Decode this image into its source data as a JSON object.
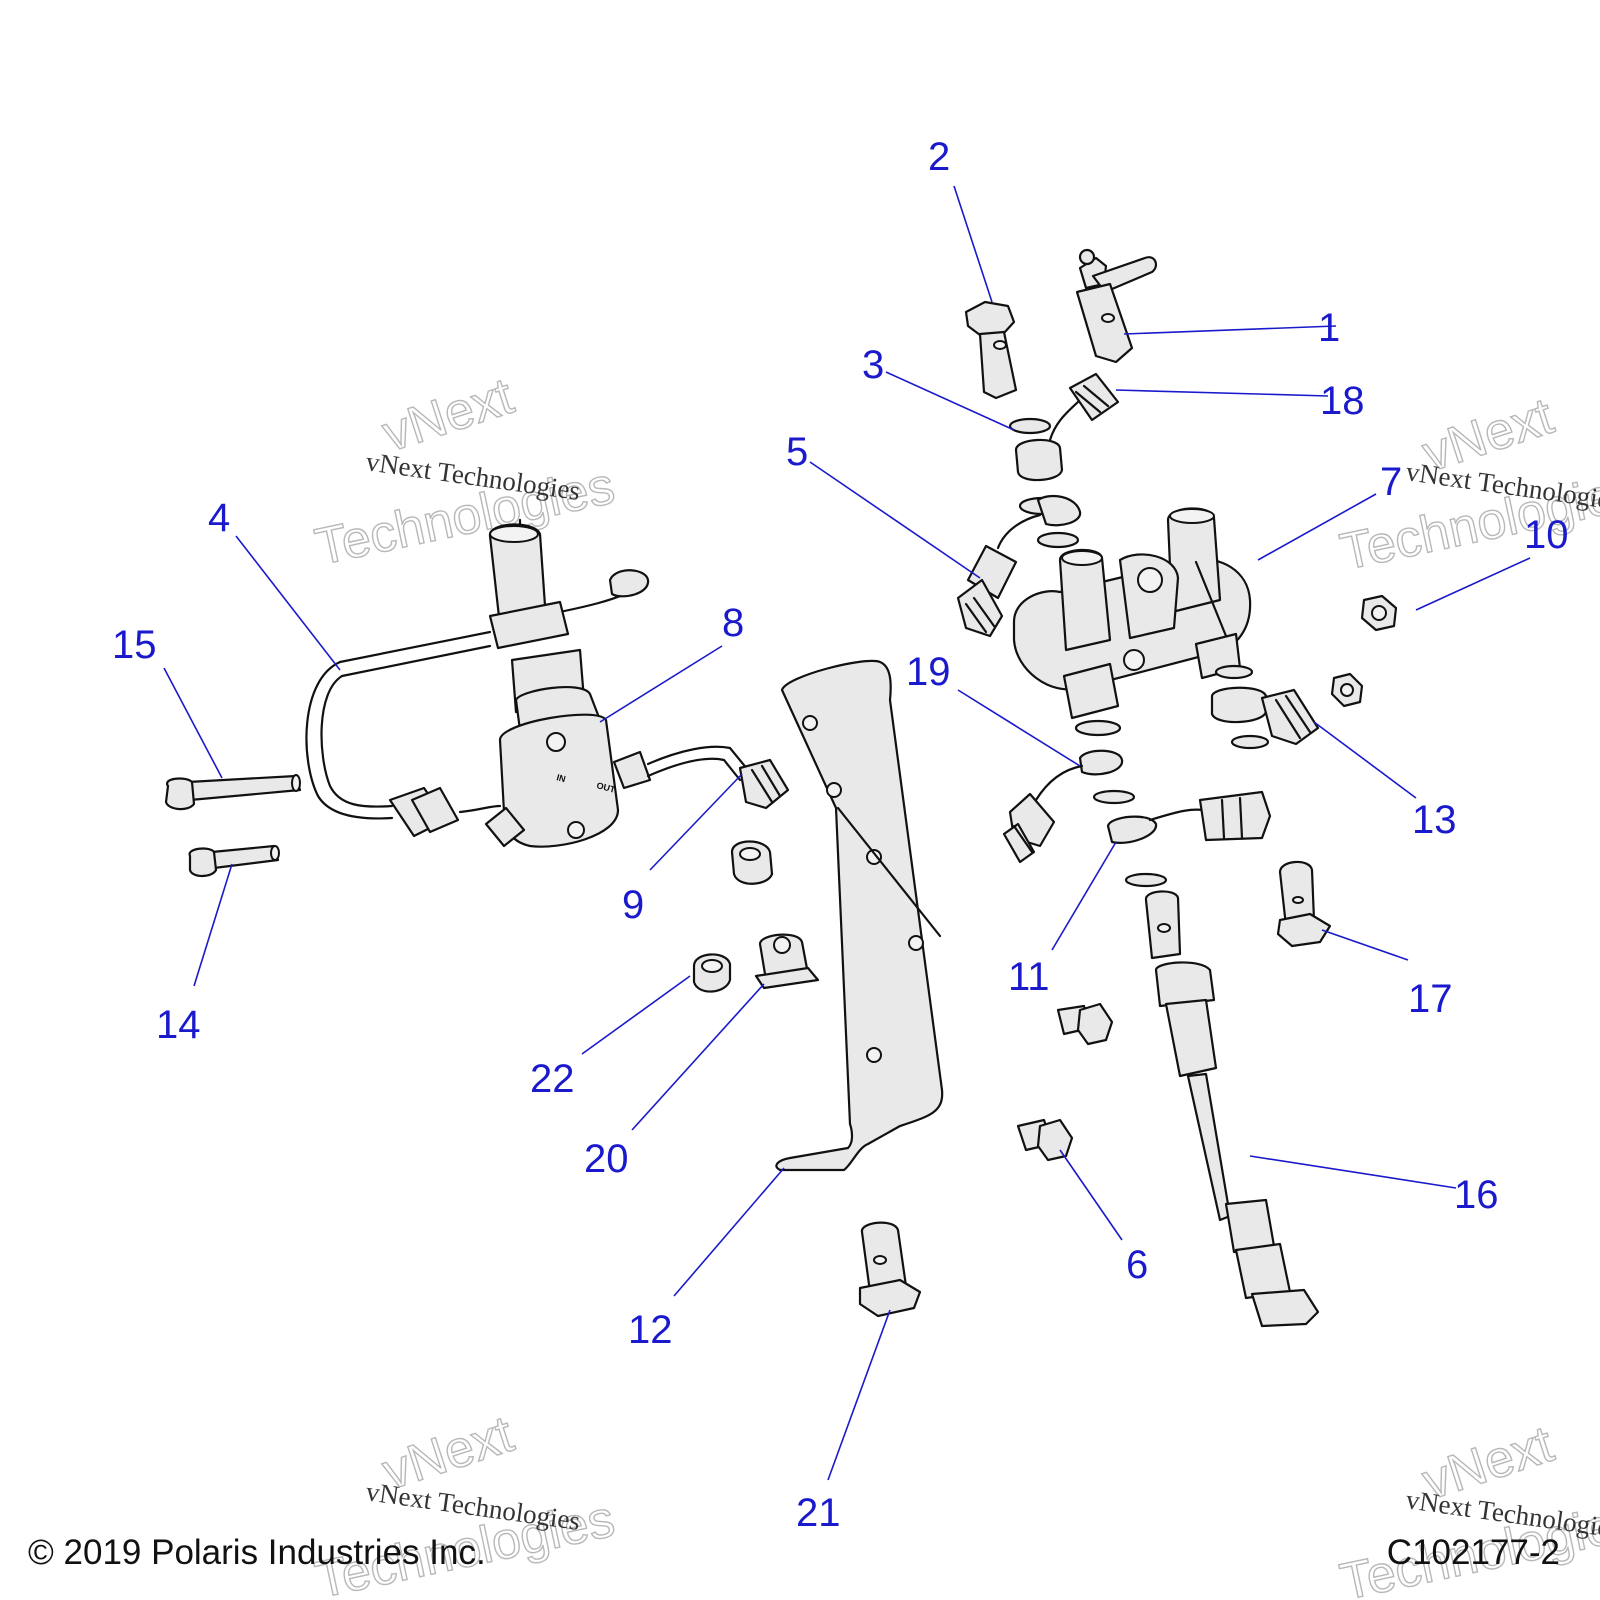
{
  "callouts": [
    "1",
    "2",
    "3",
    "4",
    "5",
    "6",
    "7",
    "8",
    "9",
    "10",
    "11",
    "12",
    "13",
    "14",
    "15",
    "16",
    "17",
    "18",
    "19",
    "20",
    "21",
    "22"
  ],
  "fitting_labels": {
    "in": "IN",
    "out": "OUT"
  },
  "watermark": {
    "stamp": "vNext Technologies",
    "line1": "vNext",
    "line2": "Technologies"
  },
  "footer": {
    "copyright": "© 2019 Polaris Industries Inc.",
    "drawing_id": "C102177-2"
  },
  "colors": {
    "callout": "#1a1acc",
    "part_fill": "#e9e9e9",
    "outline": "#111111"
  }
}
